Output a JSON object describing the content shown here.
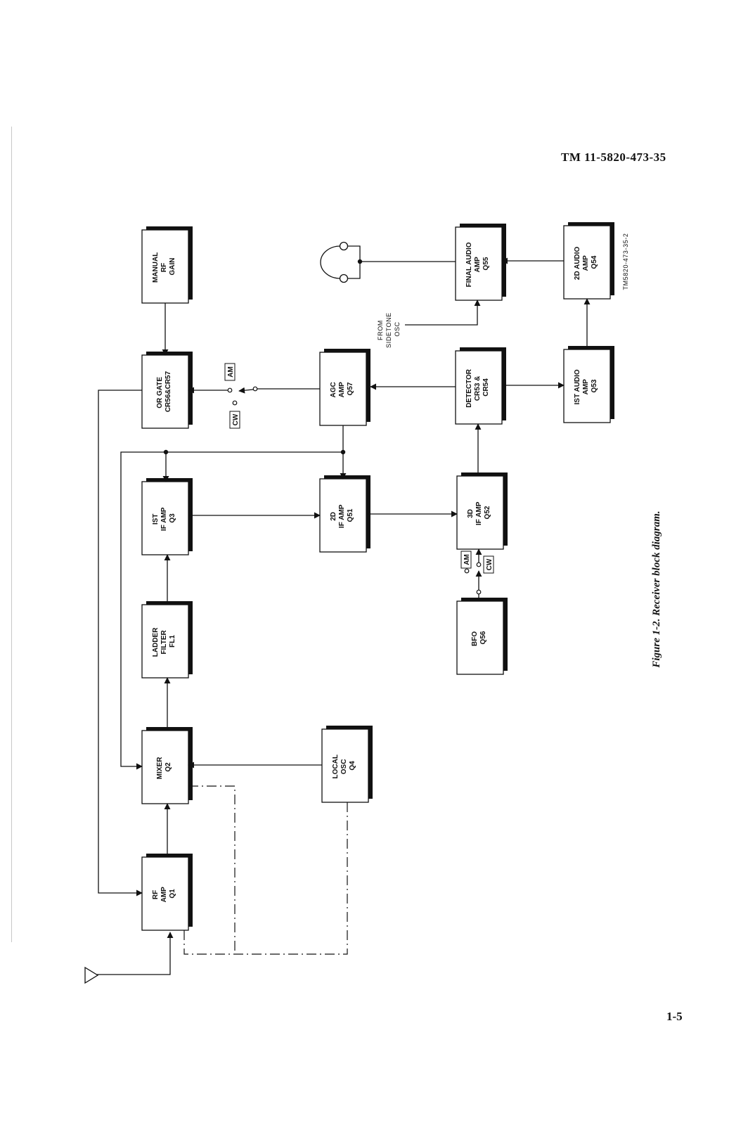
{
  "header": {
    "document_id": "TM 11-5820-473-35"
  },
  "page_number": "1-5",
  "figure": {
    "caption": "Figure 1-2. Receiver block diagram.",
    "drawing_number": "TM5820-473-35-2"
  },
  "blocks": {
    "manual_rf_gain": [
      "MANUAL",
      "RF",
      "GAIN"
    ],
    "or_gate": [
      "OR GATE",
      "CR56&CR57"
    ],
    "first_if_amp": [
      "IST",
      "IF AMP",
      "Q3"
    ],
    "ladder_filter": [
      "LADDER",
      "FILTER",
      "FL1"
    ],
    "mixer": [
      "MIXER",
      "Q2"
    ],
    "rf_amp": [
      "RF",
      "AMP",
      "Q1"
    ],
    "agc_amp": [
      "AGC",
      "AMP",
      "Q57"
    ],
    "second_if_amp": [
      "2D",
      "IF AMP",
      "Q51"
    ],
    "local_osc": [
      "LOCAL",
      "OSC",
      "Q4"
    ],
    "final_audio_amp": [
      "FINAL AUDIO",
      "AMP",
      "Q55"
    ],
    "detector": [
      "DETECTOR",
      "CR53 &",
      "CR54"
    ],
    "third_if_amp": [
      "3D",
      "IF AMP",
      "Q52"
    ],
    "bfo": [
      "BFO",
      "Q56"
    ],
    "second_audio_amp": [
      "2D AUDIO",
      "AMP",
      "Q54"
    ],
    "first_audio_amp": [
      "IST AUDIO",
      "AMP",
      "Q53"
    ]
  },
  "switch_labels": {
    "agc_switch_am": "AM",
    "agc_switch_cw": "CW",
    "bfo_switch_am": "AM",
    "bfo_switch_cw": "CW"
  },
  "sidetone_label": [
    "FROM",
    "SIDETONE",
    "OSC"
  ],
  "icons": [
    "antenna-icon",
    "headphones-icon"
  ]
}
